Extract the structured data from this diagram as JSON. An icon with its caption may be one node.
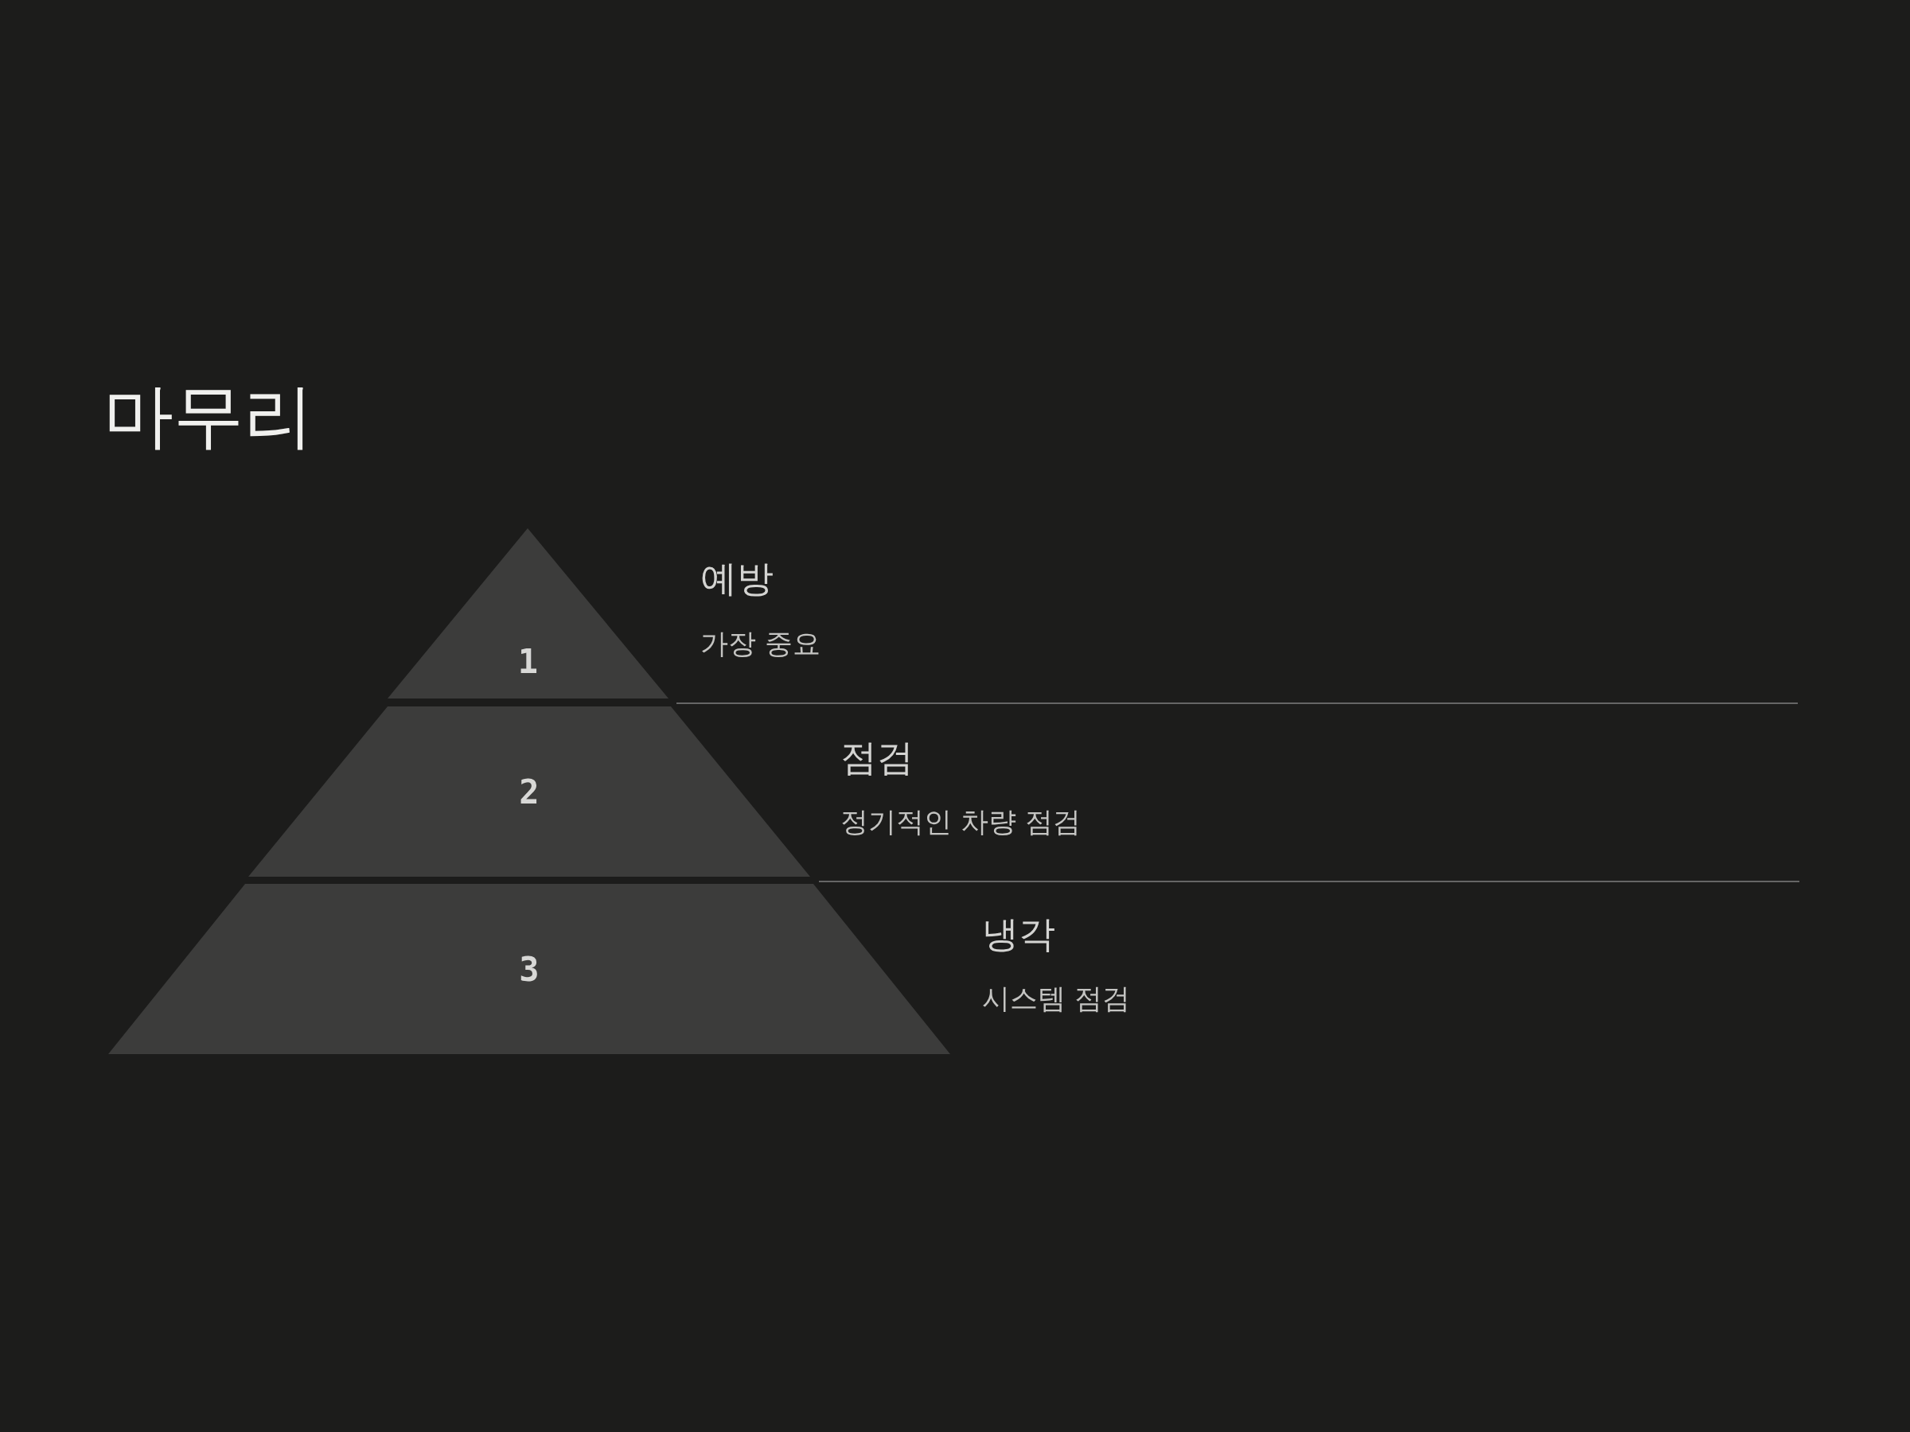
{
  "diagram": {
    "title": "마무리",
    "nodes": [
      {
        "text": [
          "1"
        ],
        "beside": [
          "예방",
          "가장 중요"
        ]
      },
      {
        "text": [
          "2"
        ],
        "beside": [
          "점검",
          "정기적인 차량 점검"
        ]
      },
      {
        "text": [
          "3"
        ],
        "beside": [
          "냉각",
          "시스템 점검"
        ]
      }
    ]
  }
}
